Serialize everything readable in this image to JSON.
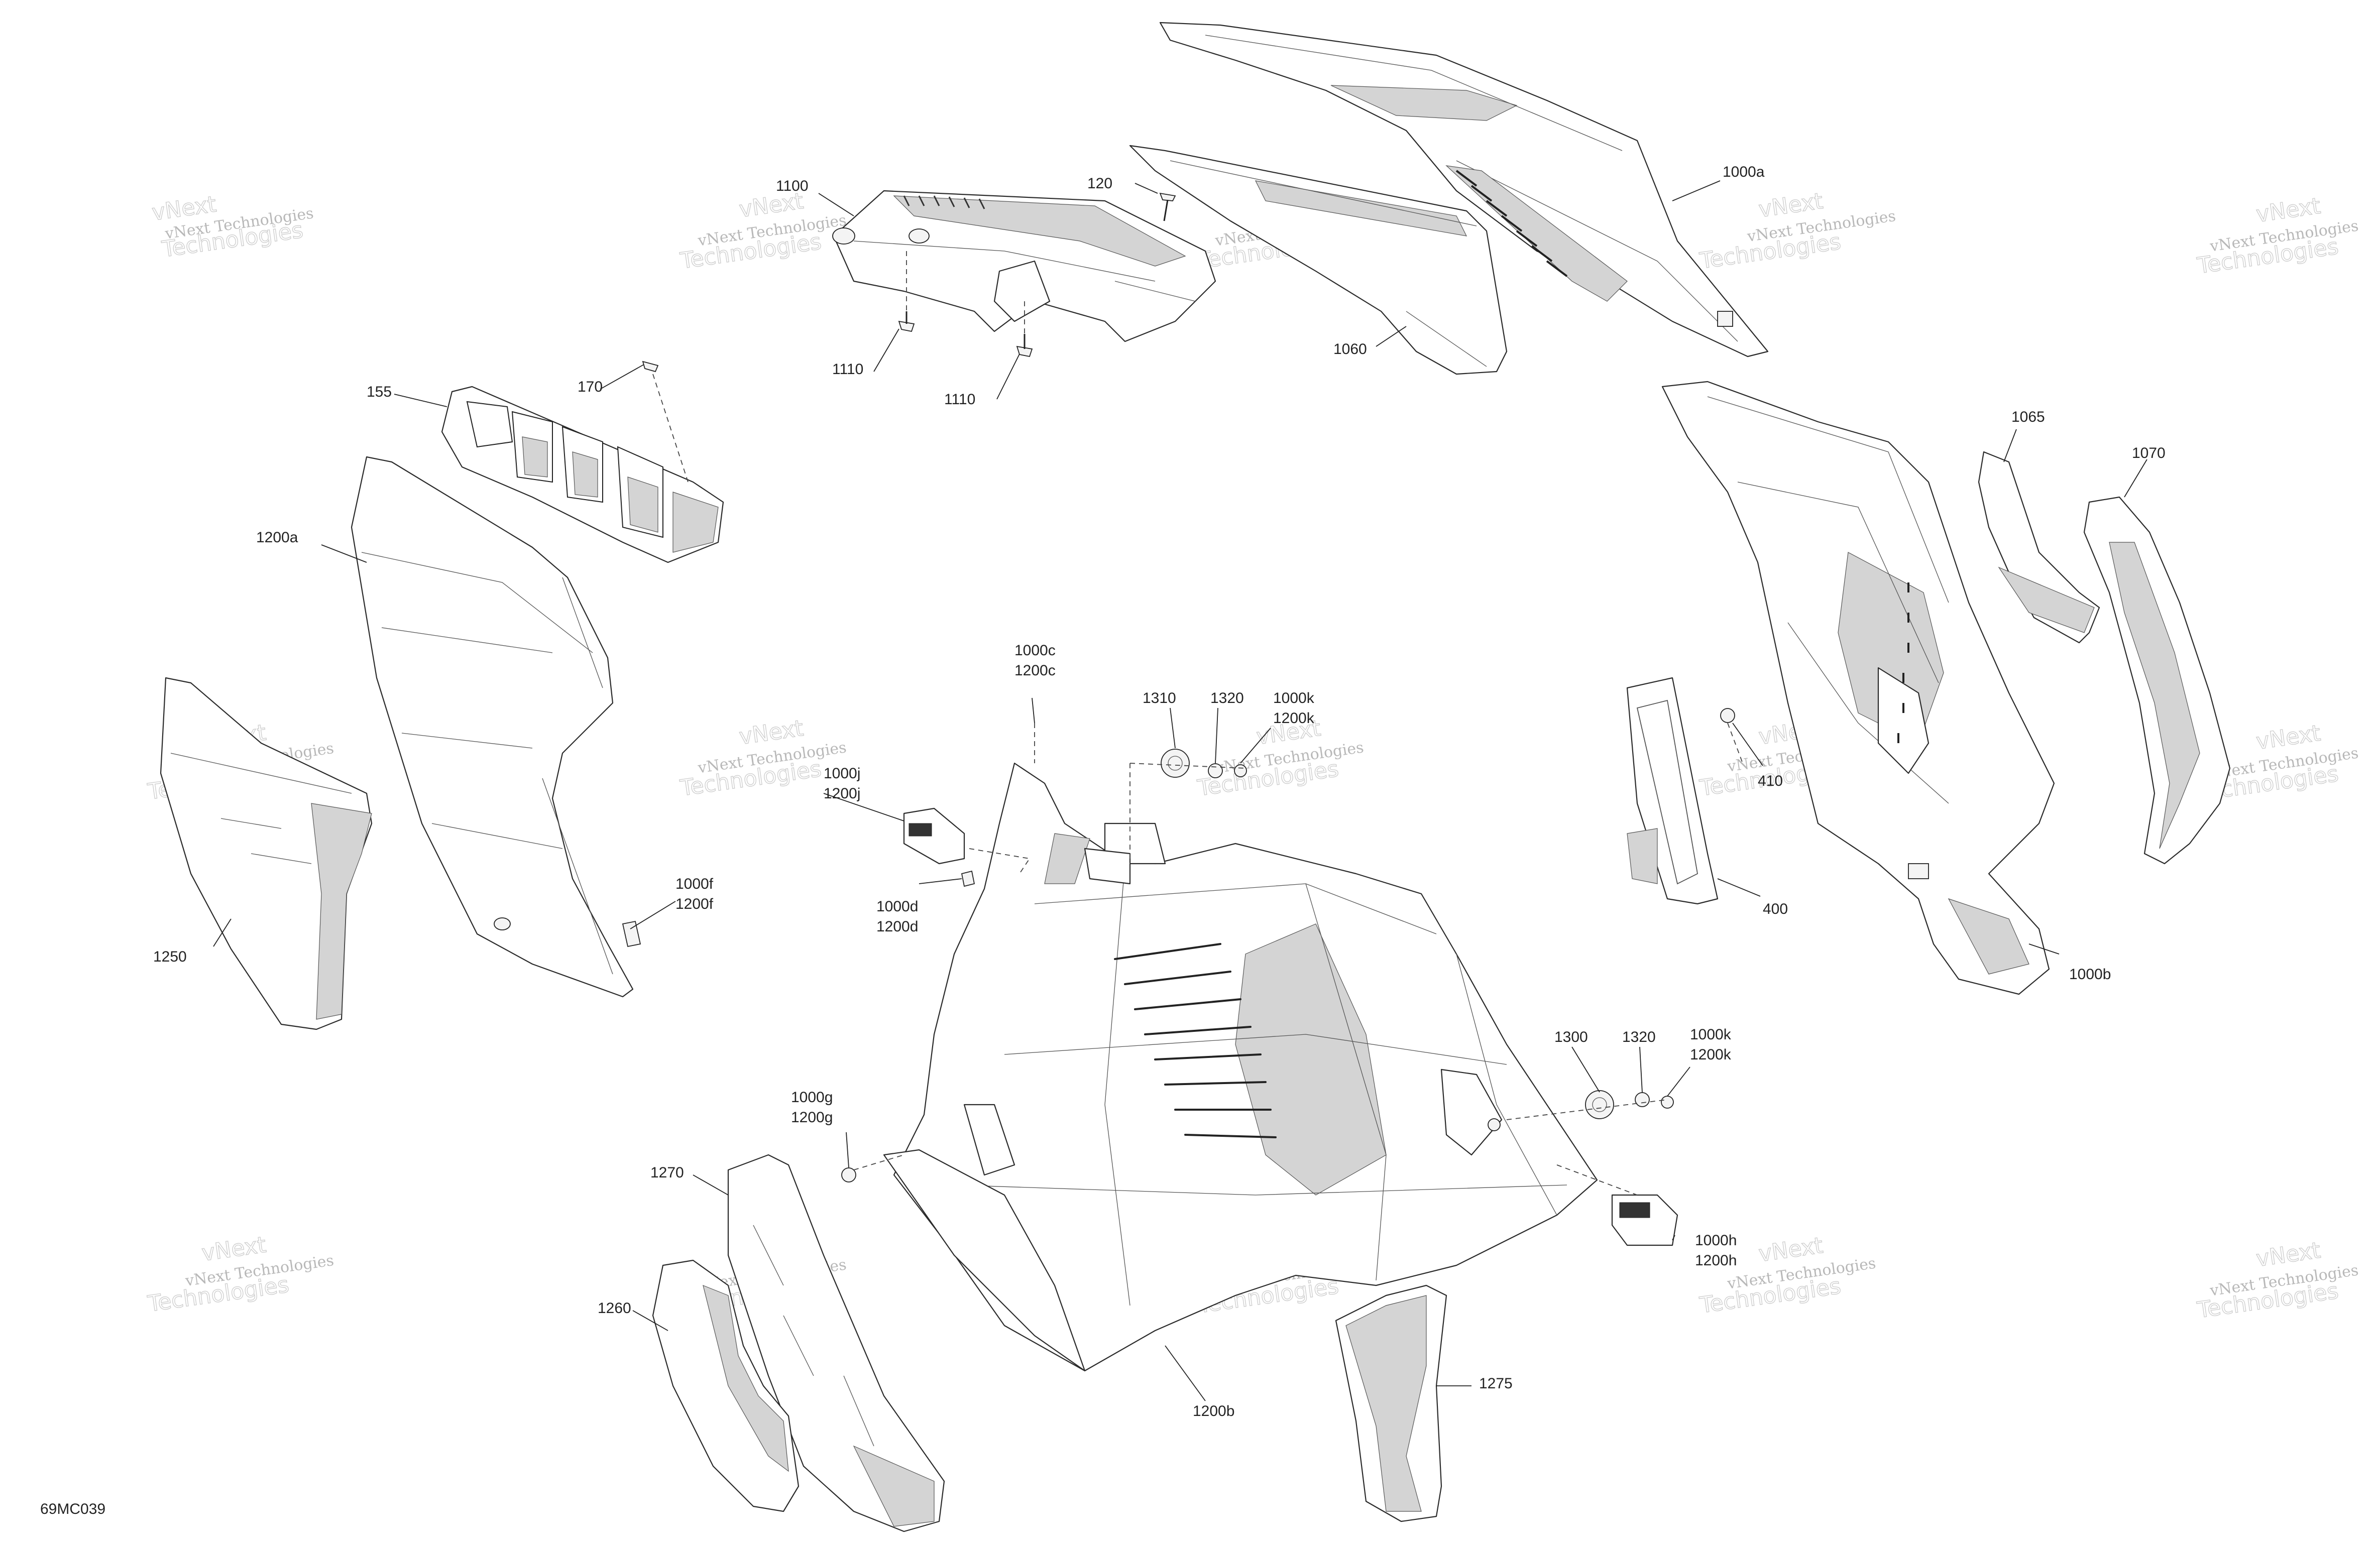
{
  "diagram": {
    "code": "69MC039",
    "watermark": {
      "line1": "vNext Technologies",
      "line2": "vNext",
      "line3": "Technologies"
    },
    "parts": [
      {
        "id": "1000a",
        "label": "1000a"
      },
      {
        "id": "120",
        "label": "120"
      },
      {
        "id": "1100",
        "label": "1100"
      },
      {
        "id": "1110a",
        "label": "1110"
      },
      {
        "id": "1110b",
        "label": "1110"
      },
      {
        "id": "1060",
        "label": "1060"
      },
      {
        "id": "155",
        "label": "155"
      },
      {
        "id": "170",
        "label": "170"
      },
      {
        "id": "1200a",
        "label": "1200a"
      },
      {
        "id": "1250",
        "label": "1250"
      },
      {
        "id": "1000f",
        "label": "1000f"
      },
      {
        "id": "1200f",
        "label": "1200f"
      },
      {
        "id": "1000c",
        "label": "1000c"
      },
      {
        "id": "1200c",
        "label": "1200c"
      },
      {
        "id": "1310",
        "label": "1310"
      },
      {
        "id": "1320a",
        "label": "1320"
      },
      {
        "id": "1000k-a",
        "label": "1000k"
      },
      {
        "id": "1200k-a",
        "label": "1200k"
      },
      {
        "id": "1000j",
        "label": "1000j"
      },
      {
        "id": "1200j",
        "label": "1200j"
      },
      {
        "id": "1000d",
        "label": "1000d"
      },
      {
        "id": "1200d",
        "label": "1200d"
      },
      {
        "id": "1065",
        "label": "1065"
      },
      {
        "id": "1070",
        "label": "1070"
      },
      {
        "id": "410",
        "label": "410"
      },
      {
        "id": "400",
        "label": "400"
      },
      {
        "id": "1000b",
        "label": "1000b"
      },
      {
        "id": "1300",
        "label": "1300"
      },
      {
        "id": "1320b",
        "label": "1320"
      },
      {
        "id": "1000k-b",
        "label": "1000k"
      },
      {
        "id": "1200k-b",
        "label": "1200k"
      },
      {
        "id": "1000g",
        "label": "1000g"
      },
      {
        "id": "1200g",
        "label": "1200g"
      },
      {
        "id": "1270",
        "label": "1270"
      },
      {
        "id": "1260",
        "label": "1260"
      },
      {
        "id": "1000h",
        "label": "1000h"
      },
      {
        "id": "1200h",
        "label": "1200h"
      },
      {
        "id": "1200b",
        "label": "1200b"
      },
      {
        "id": "1275",
        "label": "1275"
      }
    ]
  }
}
